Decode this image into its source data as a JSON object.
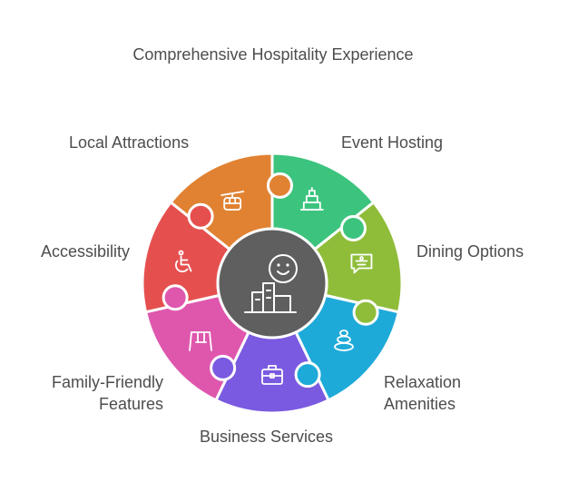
{
  "title": "Comprehensive Hospitality Experience",
  "center": {
    "icon": "smiling-building-icon",
    "color": "#5f5f5f"
  },
  "segments": [
    {
      "id": "event-hosting",
      "label_lines": [
        "Event Hosting"
      ],
      "icon": "wedding-cake-icon",
      "color": "#3cc47e"
    },
    {
      "id": "dining-options",
      "label_lines": [
        "Dining Options"
      ],
      "icon": "chat-food-icon",
      "color": "#8fbd3a"
    },
    {
      "id": "relaxation-amenities",
      "label_lines": [
        "Relaxation",
        "Amenities"
      ],
      "icon": "stacked-stones-icon",
      "color": "#1eaad8"
    },
    {
      "id": "business-services",
      "label_lines": [
        "Business Services"
      ],
      "icon": "briefcase-icon",
      "color": "#7a5ae0"
    },
    {
      "id": "family-friendly-features",
      "label_lines": [
        "Family-Friendly",
        "Features"
      ],
      "icon": "playground-icon",
      "color": "#de57ad"
    },
    {
      "id": "accessibility",
      "label_lines": [
        "Accessibility"
      ],
      "icon": "wheelchair-icon",
      "color": "#e5504f"
    },
    {
      "id": "local-attractions",
      "label_lines": [
        "Local Attractions"
      ],
      "icon": "cable-car-icon",
      "color": "#e08232"
    }
  ]
}
